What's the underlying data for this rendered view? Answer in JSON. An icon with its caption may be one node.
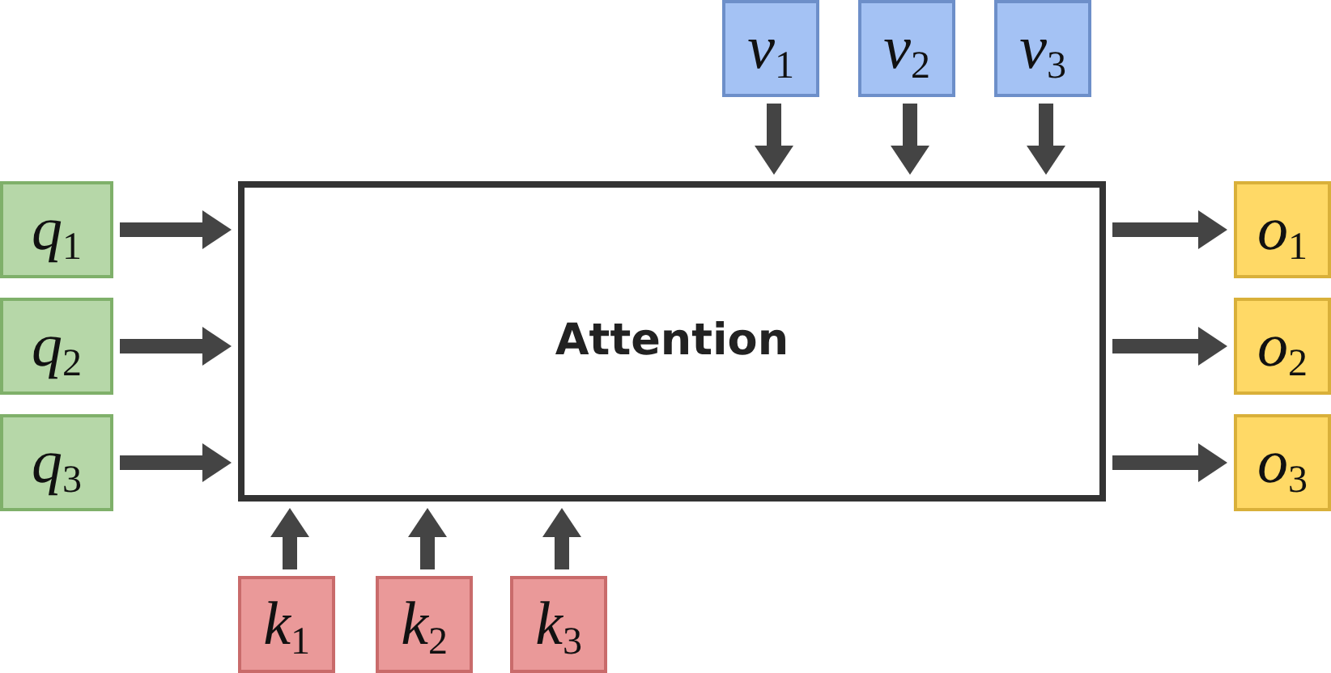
{
  "diagram": {
    "nodes": [
      {
        "text": [
          "*v*$_{1}$"
        ]
      },
      {
        "text": [
          "*v*$_{2}$"
        ]
      },
      {
        "text": [
          "*v*$_{3}$"
        ]
      },
      {
        "text": [
          "*q*$_{1}$"
        ]
      },
      {
        "text": [
          "*q*$_{2}$"
        ]
      },
      {
        "text": [
          "*q*$_{3}$"
        ]
      },
      {
        "text": [
          "Attention"
        ]
      },
      {
        "text": [
          "*o*$_{1}$"
        ]
      },
      {
        "text": [
          "*o*$_{2}$"
        ]
      },
      {
        "text": [
          "*o*$_{3}$"
        ]
      },
      {
        "text": [
          "*k*$_{1}$"
        ]
      },
      {
        "text": [
          "*k*$_{2}$"
        ]
      },
      {
        "text": [
          "*k*$_{3}$"
        ]
      }
    ],
    "edges": [
      {
        "from": 0,
        "to": 6,
        "arrow": "to"
      },
      {
        "from": 1,
        "to": 6,
        "arrow": "to"
      },
      {
        "from": 2,
        "to": 6,
        "arrow": "to"
      },
      {
        "from": 3,
        "to": 6,
        "arrow": "to"
      },
      {
        "from": 4,
        "to": 6,
        "arrow": "to"
      },
      {
        "from": 5,
        "to": 6,
        "arrow": "to"
      },
      {
        "from": 6,
        "to": 7,
        "arrow": "to"
      },
      {
        "from": 6,
        "to": 8,
        "arrow": "to"
      },
      {
        "from": 6,
        "to": 9,
        "arrow": "to"
      },
      {
        "from": 10,
        "to": 6,
        "arrow": "to"
      },
      {
        "from": 11,
        "to": 6,
        "arrow": "to"
      },
      {
        "from": 12,
        "to": 6,
        "arrow": "to"
      }
    ]
  }
}
